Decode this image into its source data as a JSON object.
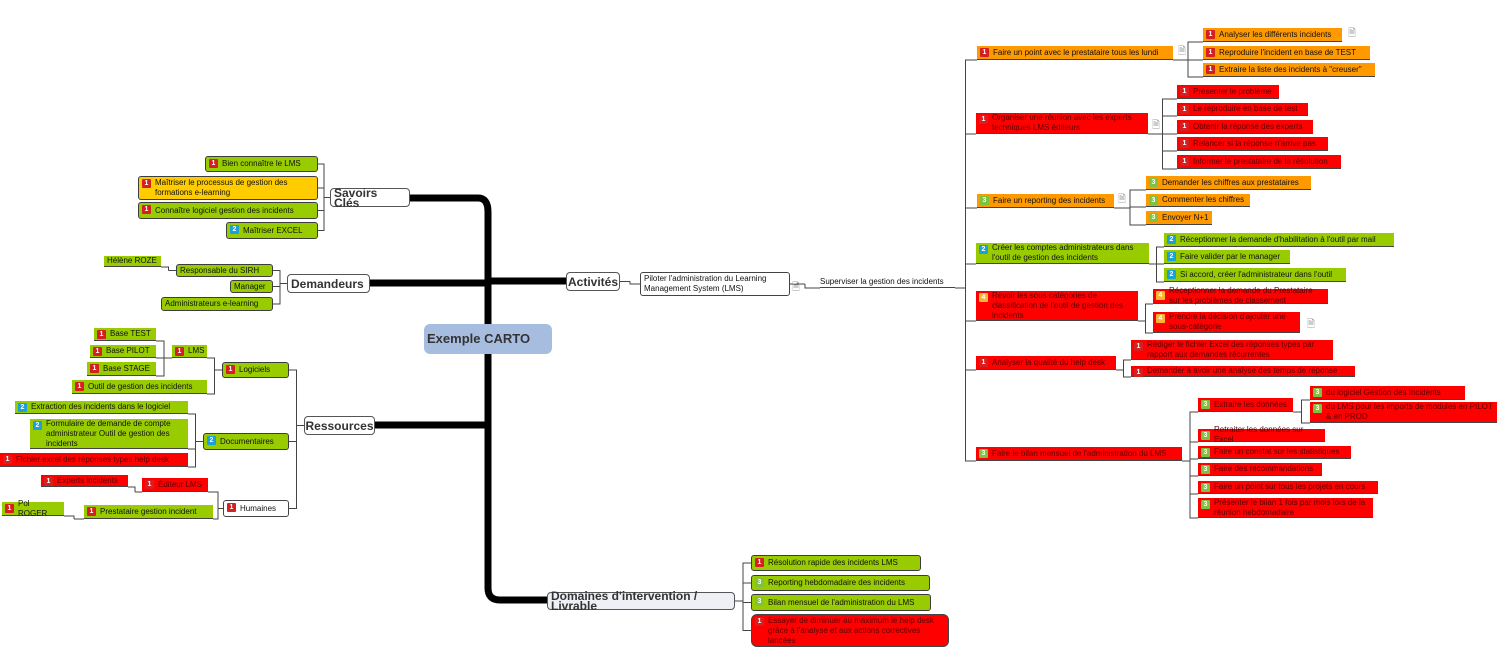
{
  "title": "Exemple CARTO",
  "nodes": {
    "c": {
      "text": "Exemple CARTO"
    },
    "b_savoirs": {
      "text": "Savoirs Clés"
    },
    "b_dem": {
      "text": "Demandeurs"
    },
    "b_res": {
      "text": "Ressources"
    },
    "b_act": {
      "text": "Activités"
    },
    "b_dom": {
      "text": "Domaines d'intervention / Livrable"
    },
    "s1": {
      "text": "Bien connaître le LMS",
      "priority": "1"
    },
    "s2": {
      "text": "Maîtriser le processus de gestion des formations e-learning",
      "priority": "1"
    },
    "s3": {
      "text": "Connaître logiciel gestion des incidents",
      "priority": "1"
    },
    "s4": {
      "text": "Maîtriser EXCEL",
      "priority": "2"
    },
    "d1": {
      "text": "Responsable du SIRH"
    },
    "d1a": {
      "text": "Hélène ROZE"
    },
    "d2": {
      "text": "Manager"
    },
    "d3": {
      "text": "Administrateurs e-learning"
    },
    "r_log": {
      "text": "Logiciels",
      "priority": "1"
    },
    "r_lms": {
      "text": "LMS",
      "priority": "1"
    },
    "r_bt": {
      "text": "Base TEST",
      "priority": "1"
    },
    "r_bp": {
      "text": "Base PILOT",
      "priority": "1"
    },
    "r_bs": {
      "text": "Base STAGE",
      "priority": "1"
    },
    "r_outil": {
      "text": "Outil de gestion des incidents",
      "priority": "1"
    },
    "r_doc": {
      "text": "Documentaires",
      "priority": "2"
    },
    "r_ext": {
      "text": "Extraction des incidents dans le logiciel",
      "priority": "2"
    },
    "r_form": {
      "text": "Formulaire de demande de compte administrateur Outil de gestion des incidents",
      "priority": "2"
    },
    "r_fich": {
      "text": "Fichier excel des réponses types help desk",
      "priority": "1"
    },
    "r_hum": {
      "text": "Humaines",
      "priority": "1"
    },
    "r_edit": {
      "text": "Éditeur LMS",
      "priority": "1"
    },
    "r_exp": {
      "text": "Experts incidents",
      "priority": "1"
    },
    "r_prest": {
      "text": "Prestataire gestion incident",
      "priority": "1"
    },
    "r_pol": {
      "text": "Pol ROGER",
      "priority": "1"
    },
    "a_pil": {
      "text": "Piloter l'administration du Learning Management System (LMS)"
    },
    "a_sup": {
      "text": "Superviser la gestion des incidents"
    },
    "a1": {
      "text": "Faire un point avec le prestataire tous les lundi",
      "priority": "1"
    },
    "a1_1": {
      "text": "Analyser les différents incidents",
      "priority": "1"
    },
    "a1_2": {
      "text": "Reproduire l'incident en base de TEST",
      "priority": "1"
    },
    "a1_3": {
      "text": "Extraire la liste des incidents à \"creuser\"",
      "priority": "1"
    },
    "a2": {
      "text": "Organiser une réunion avec les experts techniques LMS éditeurs",
      "priority": "1"
    },
    "a2_1": {
      "text": "Présenter le problème",
      "priority": "1"
    },
    "a2_2": {
      "text": "Le reproduire en base de test",
      "priority": "1"
    },
    "a2_3": {
      "text": "Obtenir la réponse des experts",
      "priority": "1"
    },
    "a2_4": {
      "text": "Relancer si la réponse n'arrive pas",
      "priority": "1"
    },
    "a2_5": {
      "text": "Informer le prestataire de la résolution",
      "priority": "1"
    },
    "a3": {
      "text": "Faire un reporting des incidents",
      "priority": "3"
    },
    "a3_1": {
      "text": "Demander les chiffres aux prestataires",
      "priority": "3"
    },
    "a3_2": {
      "text": "Commenter les chiffres",
      "priority": "3"
    },
    "a3_3": {
      "text": "Envoyer N+1",
      "priority": "3"
    },
    "a4": {
      "text": "Créer les comptes administrateurs dans l'outil de gestion des incidents",
      "priority": "2"
    },
    "a4_1": {
      "text": "Réceptionner la demande d'habilitation à l'outil par mail",
      "priority": "2"
    },
    "a4_2": {
      "text": "Faire valider par le manager",
      "priority": "2"
    },
    "a4_3": {
      "text": "Si accord, créer l'administrateur dans l'outil",
      "priority": "2"
    },
    "a5": {
      "text": "Revoir les sous catégories de classification de l'outil de gestion des incidents",
      "priority": "4"
    },
    "a5_1": {
      "text": "Réceptionner la demande du Prestataire sur les problèmes de classement",
      "priority": "4"
    },
    "a5_2": {
      "text": "Prendre la décision d'ajouter une sous-catégorie",
      "priority": "4"
    },
    "a6": {
      "text": "Analyser la qualité du help desk",
      "priority": "1"
    },
    "a6_1": {
      "text": "Rédiger le fichier Excel des réponses types par rapport aux demandes récurrentes",
      "priority": "1"
    },
    "a6_2": {
      "text": "Demander à avoir une analyse des temps de réponse",
      "priority": "1"
    },
    "a7": {
      "text": "Faire le bilan mensuel de l'administration du LMS",
      "priority": "3"
    },
    "a7_1": {
      "text": "Extraire les données",
      "priority": "3"
    },
    "a7_1a": {
      "text": "du logiciel Gestion des Incidents",
      "priority": "3"
    },
    "a7_1b": {
      "text": "du LMS pour les imports de modules en PILOT & en PROD",
      "priority": "3"
    },
    "a7_2": {
      "text": "Retraiter les données sur Excel",
      "priority": "3"
    },
    "a7_3": {
      "text": "Faire un constat sur les statistiques",
      "priority": "3"
    },
    "a7_4": {
      "text": "Faire des recommandations",
      "priority": "3"
    },
    "a7_5": {
      "text": "Faire un point sur tous les projets en cours",
      "priority": "3"
    },
    "a7_6": {
      "text": "Présenter le bilan 1 fois par mois lors de la réunion hebdomadaire",
      "priority": "3"
    },
    "dom1": {
      "text": "Résolution rapide des incidents LMS",
      "priority": "1"
    },
    "dom2": {
      "text": "Reporting hebdomadaire des incidents",
      "priority": "3"
    },
    "dom3": {
      "text": "Bilan mensuel de l'administration du LMS",
      "priority": "3"
    },
    "dom4": {
      "text": "Essayer de diminuer au maximum le help desk grâce à l'analyse et aux actions correctives lancées",
      "priority": "1"
    }
  },
  "colors": {
    "central": "#a7bde0",
    "green": "#99cc00",
    "orange": "#ff9900",
    "red": "#ff0000",
    "yellow": "#ffcc00"
  },
  "icons": {
    "note": "note-icon",
    "priority": "priority-badge"
  }
}
